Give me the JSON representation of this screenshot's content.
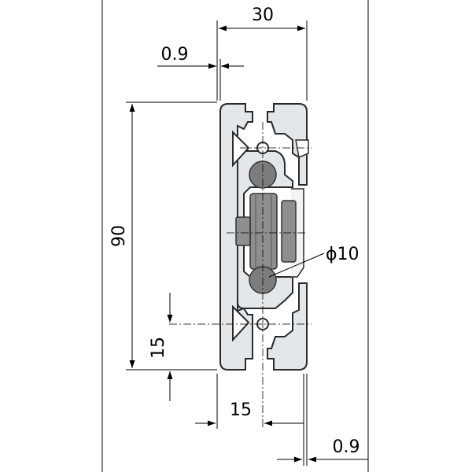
{
  "dimensions": {
    "width_top": "30",
    "offset_top": "0.9",
    "height_total": "90",
    "diameter": "ϕ10",
    "height_bottom": "15",
    "width_bottom": "15",
    "offset_bottom": "0.9"
  },
  "colors": {
    "profile_fill": "#e4e7ea",
    "profile_stroke": "#2a2a2a",
    "roller_fill": "#7d7d7d",
    "wheel_fill": "#8e8e8e",
    "border": "#555555"
  }
}
